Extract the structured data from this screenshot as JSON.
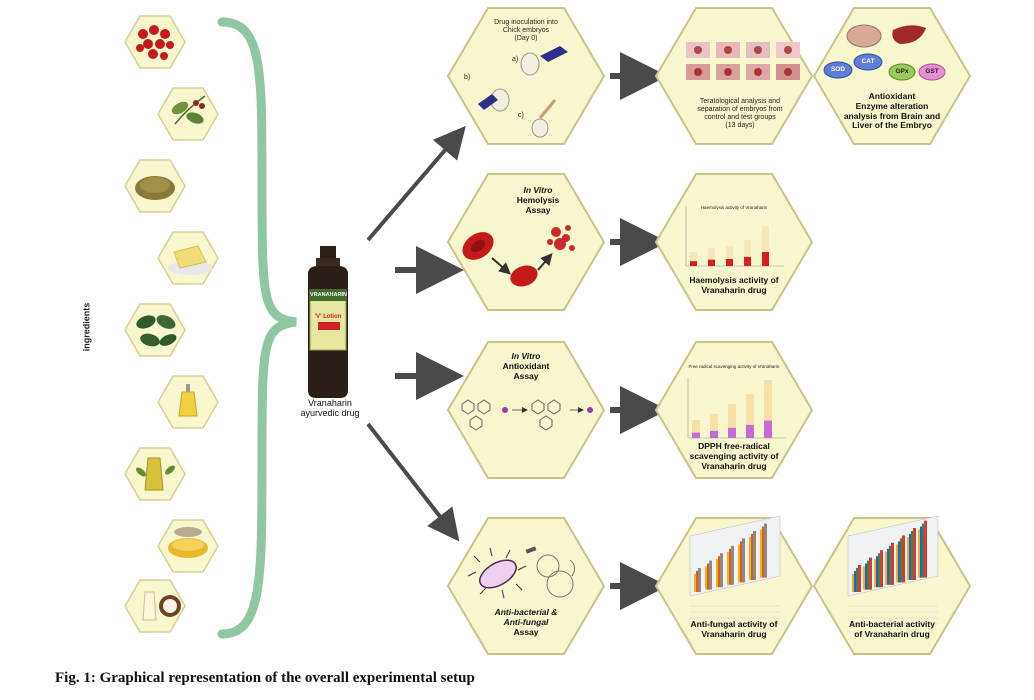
{
  "sidebar": {
    "ingredients_label": "ingredients"
  },
  "drug": {
    "label_line1": "Vranaharin",
    "label_line2": "ayurvedic drug",
    "bottle_text": "VRANAHARIN",
    "lotion_text": "'V' Lotion"
  },
  "row1": {
    "inoculation_title": [
      "Drug inoculation into",
      "Chick embryos",
      "(Day 0)"
    ],
    "step_a": "a)",
    "step_b": "b)",
    "step_c": "c)",
    "teratology_caption": [
      "Teratological analysis and",
      "separation of embryos from",
      "control and test groups",
      "(13 days)"
    ],
    "enzyme_caption": [
      "Antioxidant",
      "Enzyme alteration",
      "analysis from Brain and",
      "Liver of the Embryo"
    ],
    "enzymes": [
      "SOD",
      "CAT",
      "GPx",
      "GST"
    ]
  },
  "row2": {
    "assay_title": [
      "In Vitro",
      "Hemolysis",
      "Assay"
    ],
    "result_caption": [
      "Haemolysis activity of",
      "Vranaharin drug"
    ],
    "mini_chart_title": "Haemolysis activity of Vranaharin"
  },
  "row3": {
    "assay_title": [
      "In Vitro",
      "Antioxidant",
      "Assay"
    ],
    "result_caption": [
      "DPPH free-radical",
      "scavenging activity of",
      "Vranaharin drug"
    ],
    "mini_chart_title": "Free radical scavenging activity of Vranaharin"
  },
  "row4": {
    "assay_title": [
      "Anti-bacterial &",
      "Anti-fungal",
      "Assay"
    ],
    "fungal_caption": [
      "Anti-fungal activity of",
      "Vranaharin drug"
    ],
    "bacterial_caption": [
      "Anti-bacterial activity",
      "of Vranaharin drug"
    ]
  },
  "caption": "Fig. 1: Graphical representation of the overall experimental setup",
  "colors": {
    "hex_fill": "#f8f6cc",
    "hex_stroke": "#c9c38a",
    "arrow": "#4a4a4a",
    "brace": "#8fc7a2"
  }
}
